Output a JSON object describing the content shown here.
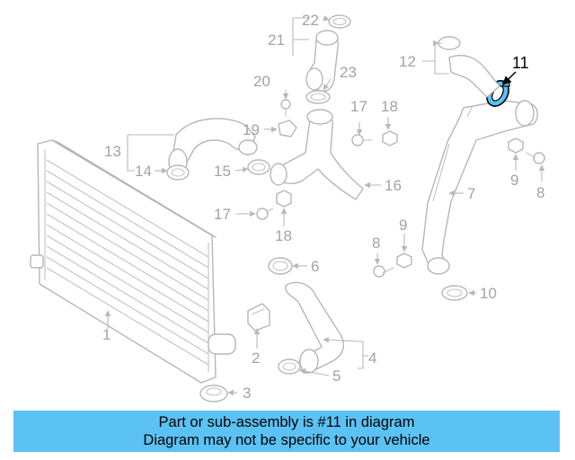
{
  "diagram": {
    "highlight_color": "#5bc2f3",
    "line_color": "#b7b7b7",
    "callouts": {
      "c1": "1",
      "c2": "2",
      "c3": "3",
      "c4": "4",
      "c5": "5",
      "c6": "6",
      "c7": "7",
      "c8a": "8",
      "c8b": "8",
      "c9a": "9",
      "c9b": "9",
      "c10": "10",
      "c11": "11",
      "c12": "12",
      "c13": "13",
      "c14": "14",
      "c15": "15",
      "c16": "16",
      "c17a": "17",
      "c17b": "17",
      "c18a": "18",
      "c18b": "18",
      "c19": "19",
      "c20": "20",
      "c21": "21",
      "c22": "22",
      "c23": "23"
    }
  },
  "banner": {
    "line1": "Part or sub-assembly is #11 in diagram",
    "line2": "Diagram may not be specific to your vehicle",
    "color": "#5bc2f3"
  }
}
